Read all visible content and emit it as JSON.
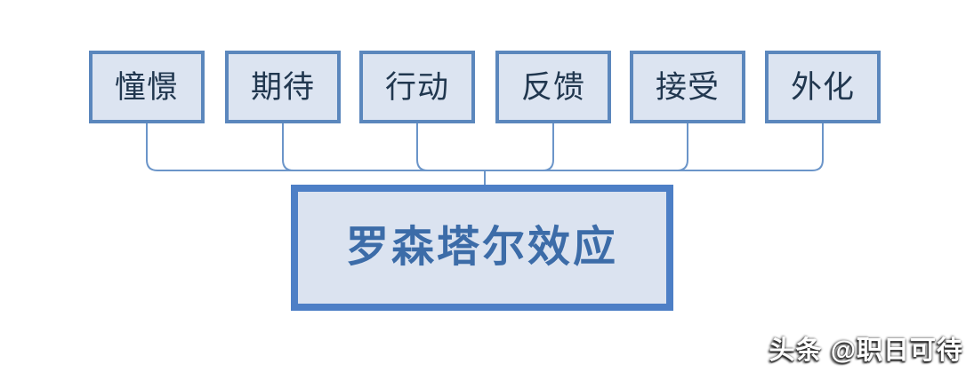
{
  "diagram": {
    "title": "罗森塔尔效应",
    "nodes": [
      {
        "label": "憧憬"
      },
      {
        "label": "期待"
      },
      {
        "label": "行动"
      },
      {
        "label": "反馈"
      },
      {
        "label": "接受"
      },
      {
        "label": "外化"
      }
    ],
    "colors": {
      "node_border": "#5b87bd",
      "node_fill": "#dce4f1",
      "node_text": "#21374f",
      "main_border": "#4d7fc6",
      "main_fill": "#dbe3f0",
      "main_text": "#3c6ca8",
      "connector": "#6b95c9"
    }
  },
  "watermark": {
    "text": "头条 @职日可待"
  }
}
